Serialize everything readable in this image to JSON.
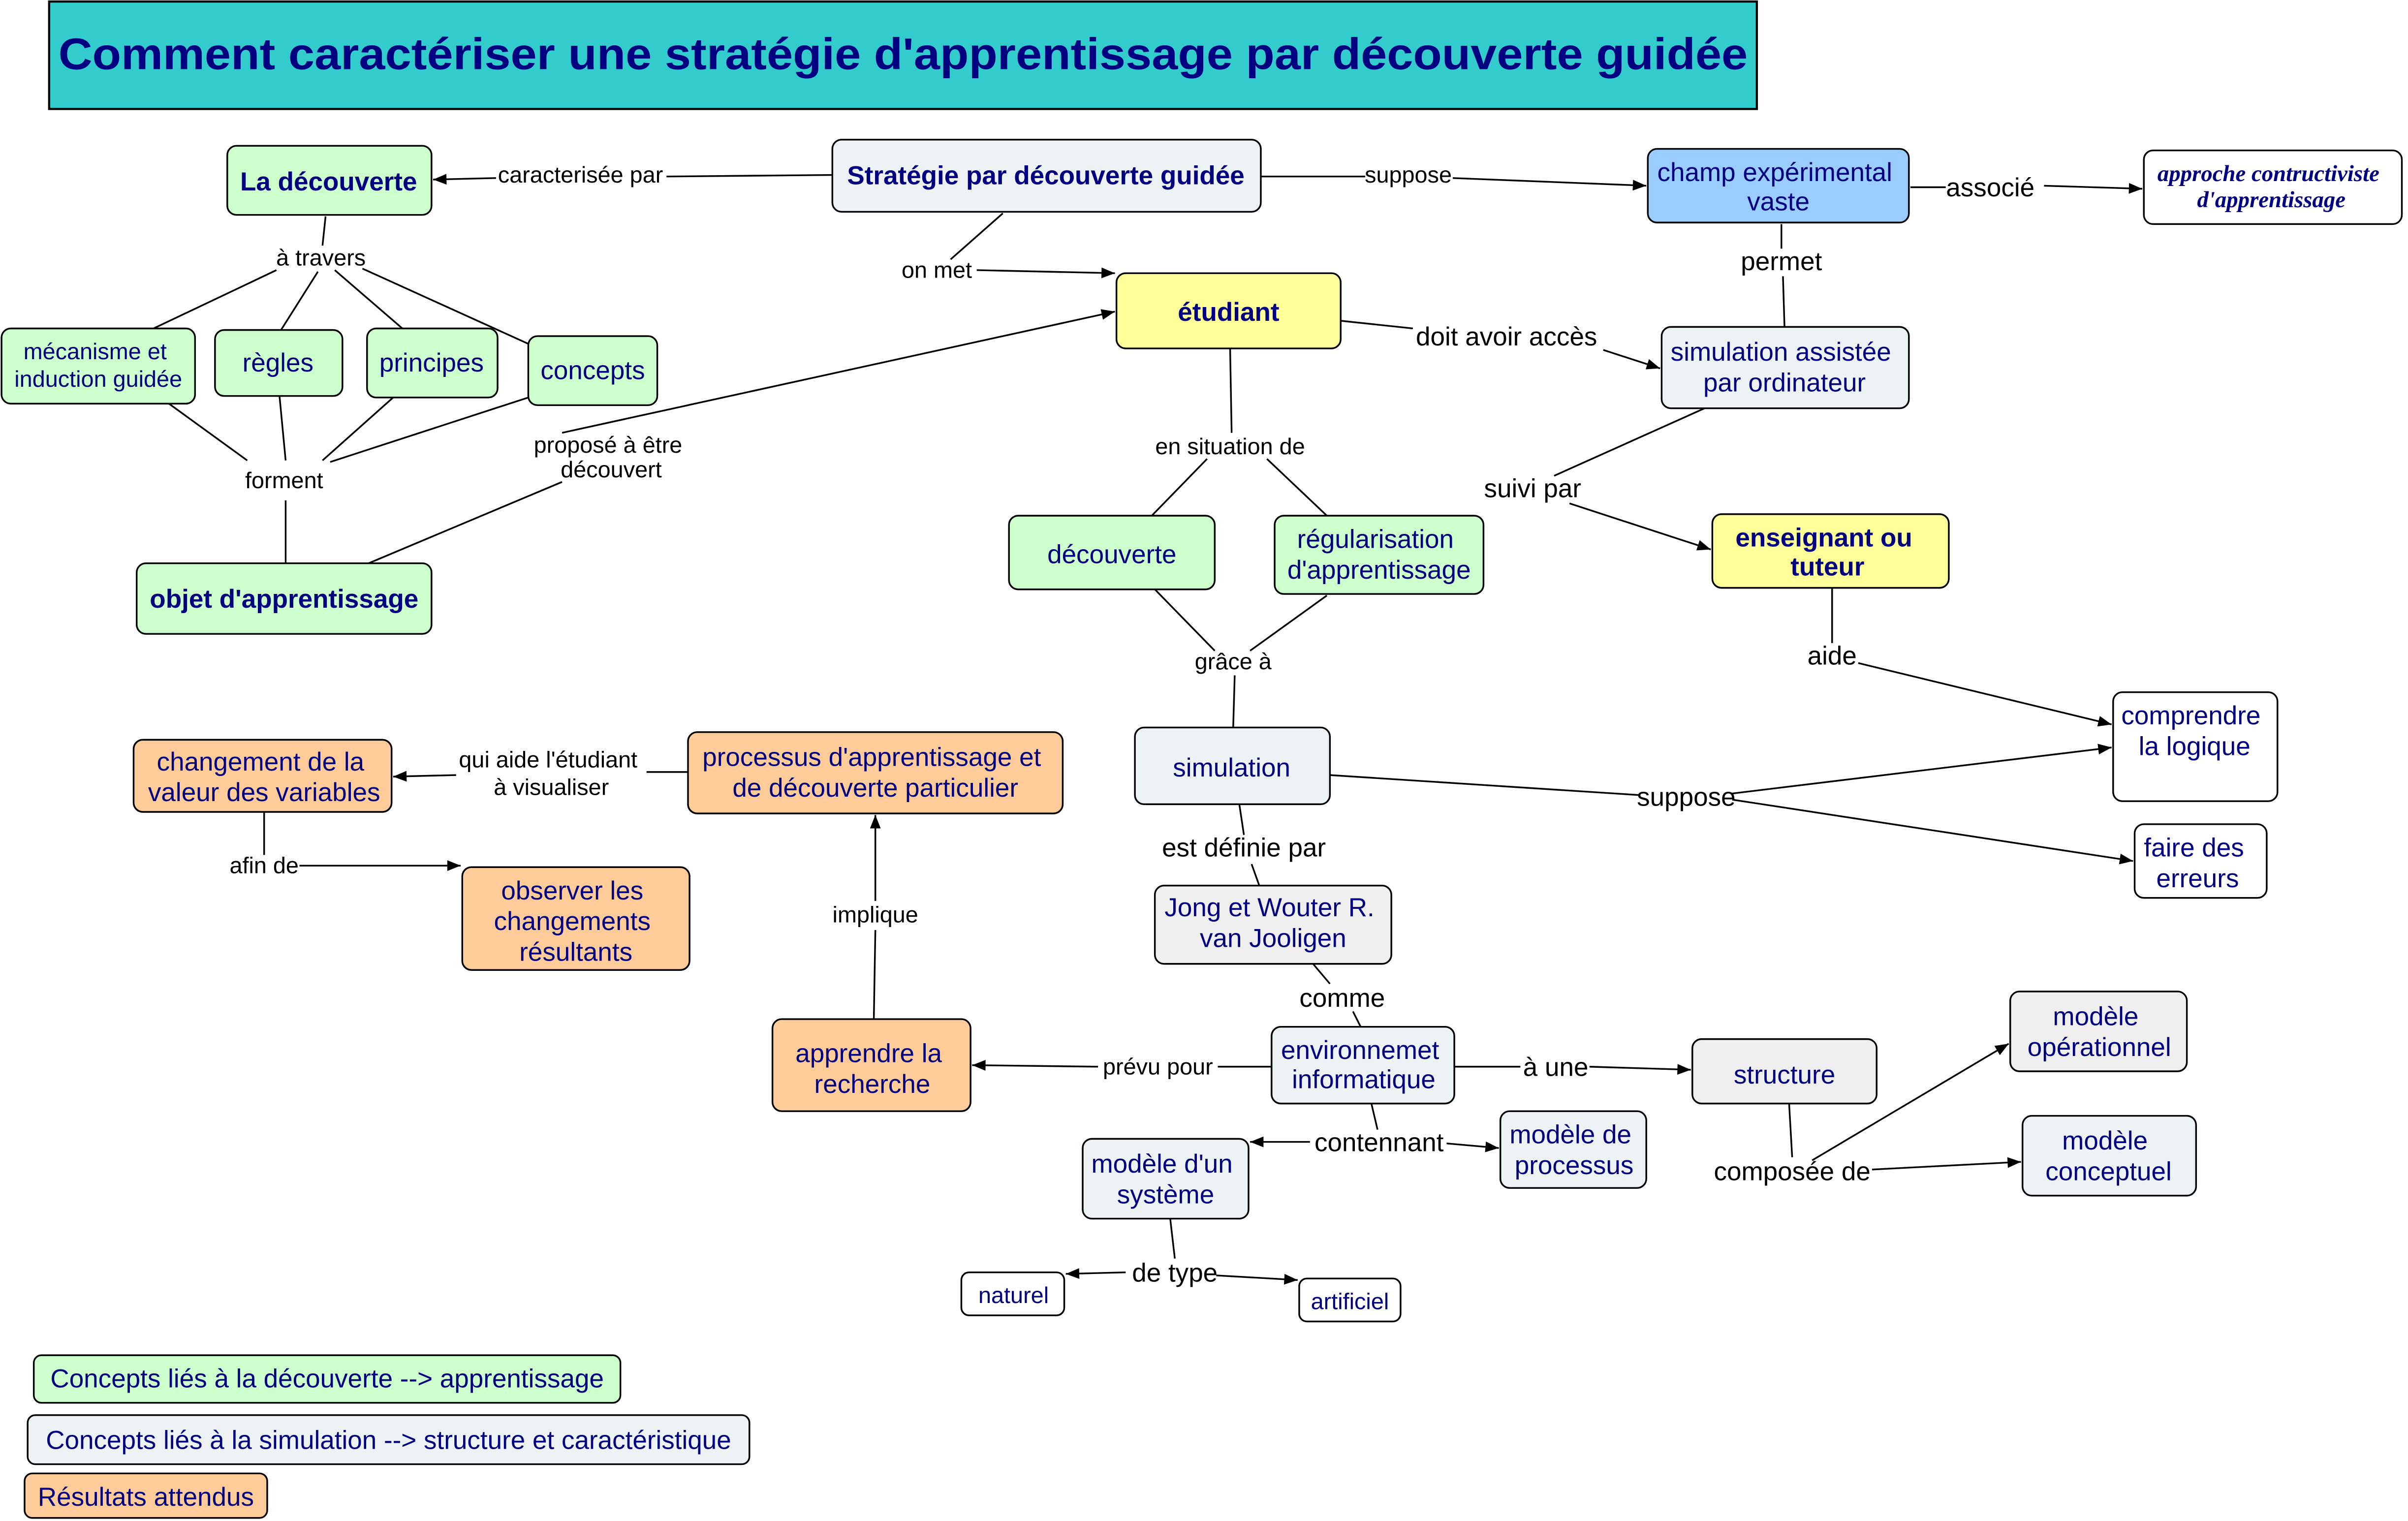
{
  "title": "Comment caractériser une stratégie d'apprentissage par découverte guidée",
  "colors": {
    "title_bar": "#33cccc",
    "discovery": "#ccffcc",
    "simulation": "#edf3f5",
    "neutral": "#efefef",
    "results": "#ffcc99",
    "actor": "#ffff99",
    "field": "#99ccff",
    "plain": "#ffffff",
    "text": "#000080"
  },
  "concepts": {
    "la_decouverte": "La découverte",
    "strategie": "Stratégie par découverte guidée",
    "champ": [
      "champ expérimental",
      "vaste"
    ],
    "approche": [
      "approche contructiviste",
      "d'apprentissage"
    ],
    "etudiant": "étudiant",
    "mecanisme": [
      "mécanisme et",
      "induction guidée"
    ],
    "regles": "règles",
    "principes": "principes",
    "concepts_node": "concepts",
    "simulation_assistee": [
      "simulation assistée",
      "par ordinateur"
    ],
    "objet": "objet d'apprentissage",
    "decouverte": "découverte",
    "regularisation": [
      "régularisation",
      "d'apprentissage"
    ],
    "enseignant": [
      "enseignant ou",
      "tuteur"
    ],
    "comprendre": [
      "comprendre",
      "la logique"
    ],
    "changement": [
      "changement de la",
      "valeur des variables"
    ],
    "processus": [
      "processus d'apprentissage et",
      "de découverte particulier"
    ],
    "simulation": "simulation",
    "faire_erreurs": [
      "faire des",
      "erreurs"
    ],
    "observer": [
      "observer les",
      "changements",
      "résultants"
    ],
    "jong": [
      "Jong et Wouter R.",
      "van Jooligen"
    ],
    "apprendre": [
      "apprendre la",
      "recherche"
    ],
    "environnement": [
      "environnemet",
      "informatique"
    ],
    "structure": "structure",
    "modele_operationnel": [
      "modèle",
      "opérationnel"
    ],
    "modele_processus": [
      "modèle de",
      "processus"
    ],
    "modele_systeme": [
      "modèle d'un",
      "système"
    ],
    "modele_conceptuel": [
      "modèle",
      "conceptuel"
    ],
    "naturel": "naturel",
    "artificiel": "artificiel"
  },
  "linking_phrases": {
    "caracterisee_par": "caracterisée par",
    "suppose_1": "suppose",
    "associe": "associé",
    "a_travers": "à travers",
    "on_met": "on met",
    "permet": "permet",
    "doit_avoir_acces": "doit avoir accès",
    "propose": [
      "proposé à être",
      "découvert"
    ],
    "forment": "forment",
    "en_situation_de": "en situation de",
    "suivi_par": "suivi par",
    "grace_a": "grâce à",
    "aide": "aide",
    "qui_aide": [
      "qui aide l'étudiant",
      "à visualiser"
    ],
    "suppose_2": "suppose",
    "est_definie_par": "est définie par",
    "afin_de": "afin de",
    "implique": "implique",
    "comme": "comme",
    "prevu_pour": "prévu pour",
    "a_une": "à une",
    "contennant": "contennant",
    "composee_de": "composée de",
    "de_type": "de type"
  },
  "legend": [
    {
      "label": "Concepts liés à la découverte --> apprentissage"
    },
    {
      "label": "Concepts liés à la simulation --> structure et caractéristique"
    },
    {
      "label": "Résultats attendus"
    }
  ]
}
